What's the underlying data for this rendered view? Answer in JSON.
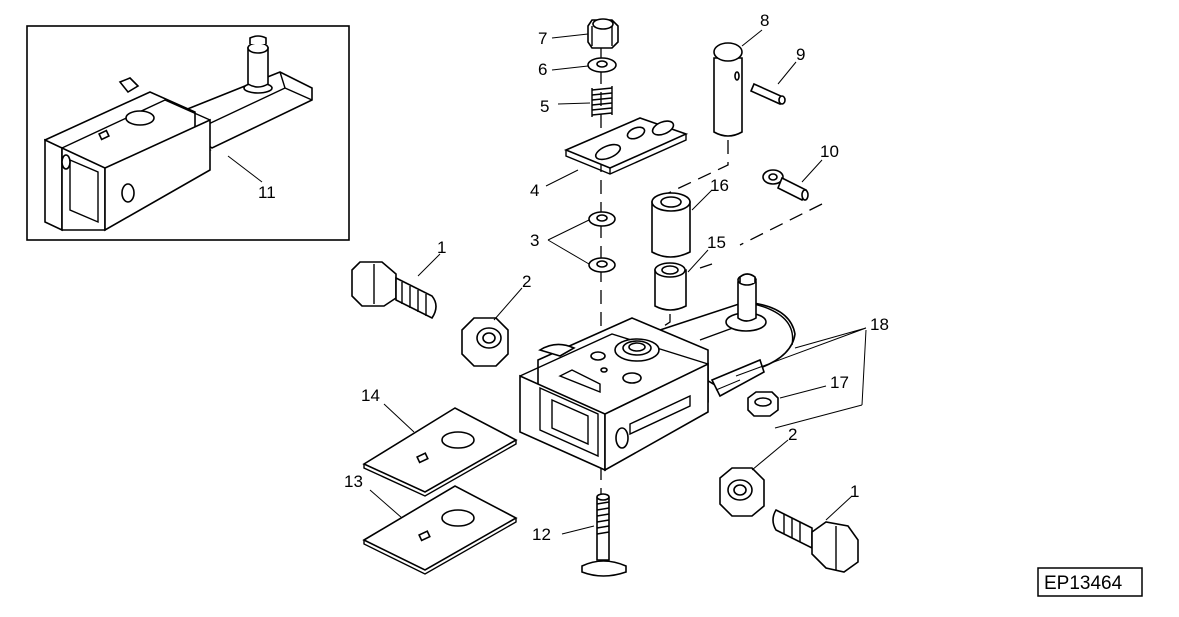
{
  "figure": {
    "reference_code": "EP13464",
    "callouts": {
      "c1a": "1",
      "c1b": "1",
      "c2a": "2",
      "c2b": "2",
      "c3": "3",
      "c4": "4",
      "c5": "5",
      "c6": "6",
      "c7": "7",
      "c8": "8",
      "c9": "9",
      "c10": "10",
      "c11": "11",
      "c12": "12",
      "c13": "13",
      "c14": "14",
      "c15": "15",
      "c16": "16",
      "c17": "17",
      "c18": "18"
    }
  }
}
